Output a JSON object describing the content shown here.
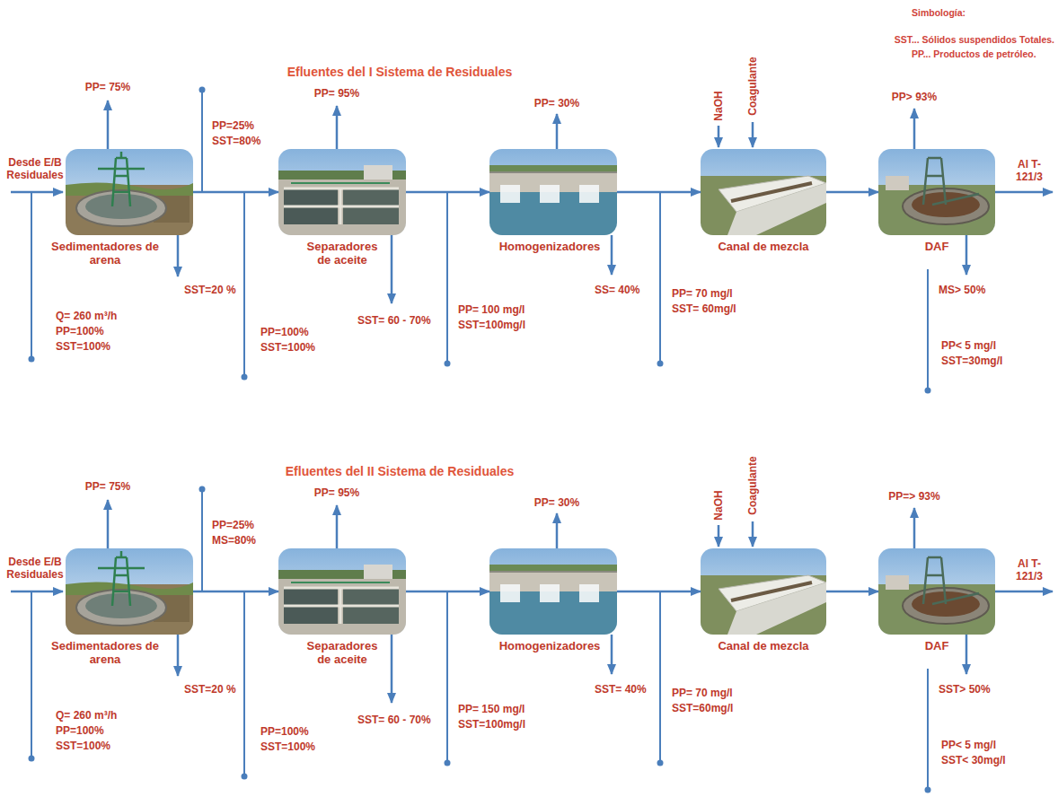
{
  "diagram": {
    "nodes": [
      {
        "text": [
          "Sedimentadores de arena"
        ]
      },
      {
        "text": [
          "Separadores de aceite"
        ]
      },
      {
        "text": [
          "Homogenizadores"
        ]
      },
      {
        "text": [
          "Canal de mezcla"
        ]
      },
      {
        "text": [
          "DAF"
        ]
      },
      {
        "text": [
          "Sedimentadores de arena"
        ]
      },
      {
        "text": [
          "Separadores de aceite"
        ]
      },
      {
        "text": [
          "Homogenizadores"
        ]
      },
      {
        "text": [
          "Canal de mezcla"
        ]
      },
      {
        "text": [
          "DAF"
        ]
      }
    ],
    "edges": [
      {
        "from": 0,
        "to": 1,
        "arrow": "to"
      },
      {
        "from": 1,
        "to": 2,
        "arrow": "to"
      },
      {
        "from": 2,
        "to": 3,
        "arrow": "to"
      },
      {
        "from": 3,
        "to": 4,
        "arrow": "to"
      },
      {
        "from": 5,
        "to": 6,
        "arrow": "to"
      },
      {
        "from": 6,
        "to": 7,
        "arrow": "to"
      },
      {
        "from": 7,
        "to": 8,
        "arrow": "to"
      },
      {
        "from": 8,
        "to": 9,
        "arrow": "to"
      }
    ],
    "labels": [
      "Simbología:",
      "SST... Sólidos suspendidos Totales.",
      "PP... Productos de petróleo.",
      "Efluentes del I Sistema de Residuales",
      "Desde E/B Residuales",
      "PP= 75%",
      "SST=20 %",
      "Q= 260 m³/h",
      "PP=100%",
      "SST=100%",
      "PP=25%",
      "SST=80%",
      "PP=100%",
      "SST=100%",
      "PP= 95%",
      "SST= 60 - 70%",
      "PP= 100 mg/l",
      "SST=100mg/l",
      "PP= 30%",
      "SS= 40%",
      "PP= 70 mg/l",
      "SST= 60mg/l",
      "NaOH",
      "Coagulante",
      "PP> 93%",
      "MS> 50%",
      "PP< 5 mg/l",
      "SST=30mg/l",
      "Al T-121/3",
      "Efluentes del II Sistema de Residuales",
      "Desde E/B Residuales",
      "PP= 75%",
      "SST=20 %",
      "Q= 260 m³/h",
      "PP=100%",
      "SST=100%",
      "PP=25%",
      "MS=80%",
      "PP=100%",
      "SST=100%",
      "PP= 95%",
      "SST= 60 - 70%",
      "PP= 150 mg/l",
      "SST=100mg/l",
      "PP= 30%",
      "SST= 40%",
      "PP= 70 mg/l",
      "SST=60mg/l",
      "NaOH",
      "Coagulante",
      "PP=> 93%",
      "SST> 50%",
      "PP< 5 mg/l",
      "SST< 30mg/l",
      "Al T-121/3"
    ]
  }
}
